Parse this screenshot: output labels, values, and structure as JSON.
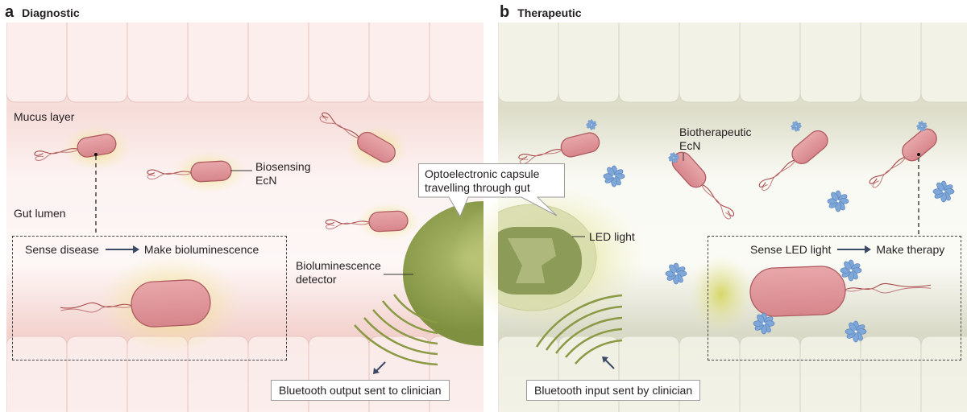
{
  "panels": {
    "a": {
      "letter": "a",
      "title": "Diagnostic",
      "labels": {
        "mucus_layer": "Mucus layer",
        "gut_lumen": "Gut lumen",
        "biosensing_line1": "Biosensing",
        "biosensing_line2": "EcN",
        "detector_line1": "Bioluminescence",
        "detector_line2": "detector"
      },
      "inset": {
        "step1": "Sense disease",
        "step2": "Make bioluminescence"
      },
      "bluetooth": "Bluetooth output sent to clinician"
    },
    "b": {
      "letter": "b",
      "title": "Therapeutic",
      "labels": {
        "biotherapeutic_line1": "Biotherapeutic",
        "biotherapeutic_line2": "EcN",
        "led_light": "LED light"
      },
      "inset": {
        "step1": "Sense LED light",
        "step2": "Make therapy"
      },
      "bluetooth": "Bluetooth input sent by clinician"
    }
  },
  "capsule_callout": {
    "line1": "Optoelectronic capsule",
    "line2": "travelling through gut"
  },
  "colors": {
    "diag_bg": "#f9e6e3",
    "ther_bg": "#eeeedf",
    "bacterium": "#d9868a",
    "capsule": "#8fa050",
    "therapy_molecule": "#7fa7d8",
    "glow": "#f2e79a",
    "signal": "#8a9a45",
    "arrow": "#3c4a66"
  }
}
